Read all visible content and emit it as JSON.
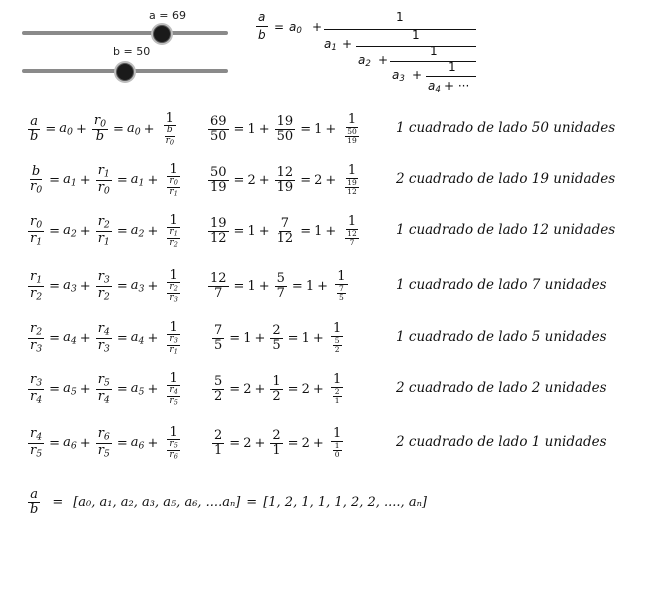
{
  "sliders": [
    {
      "label": "a = 69",
      "value": 69
    },
    {
      "label": "b = 50",
      "value": 50
    }
  ],
  "header": {
    "lhs_num": "a",
    "lhs_den": "b",
    "eq": "=",
    "a0": "a",
    "one": "1",
    "plus": "+",
    "a1": "a",
    "a2": "a",
    "a3": "a",
    "a4": "a",
    "dots": "+ ···"
  },
  "rows": [
    {
      "gen": {
        "ln": "a",
        "ld": "b",
        "a": "a",
        "asub": "0",
        "rn": "r",
        "rnsub": "0",
        "rd": "b",
        "dn": "b",
        "dd": "r",
        "ddsub": "0"
      },
      "num": {
        "n": "69",
        "d": "50",
        "q": "1",
        "rn": "19",
        "rd": "50",
        "in": "50",
        "id": "19"
      },
      "text": "1 cuadrado de lado 50 unidades"
    },
    {
      "gen": {
        "ln": "b",
        "ld": "r",
        "ldsub": "0",
        "a": "a",
        "asub": "1",
        "rn": "r",
        "rnsub": "1",
        "rd": "r",
        "rdsub": "0",
        "dn": "r",
        "dnsub": "0",
        "dd": "r",
        "ddsub": "1"
      },
      "num": {
        "n": "50",
        "d": "19",
        "q": "2",
        "rn": "12",
        "rd": "19",
        "in": "19",
        "id": "12"
      },
      "text": "2 cuadrado de lado 19 unidades"
    },
    {
      "gen": {
        "ln": "r",
        "lnsub": "0",
        "ld": "r",
        "ldsub": "1",
        "a": "a",
        "asub": "2",
        "rn": "r",
        "rnsub": "2",
        "rd": "r",
        "rdsub": "1",
        "dn": "r",
        "dnsub": "1",
        "dd": "r",
        "ddsub": "2"
      },
      "num": {
        "n": "19",
        "d": "12",
        "q": "1",
        "rn": "7",
        "rd": "12",
        "in": "12",
        "id": "7"
      },
      "text": "1 cuadrado de lado 12 unidades"
    },
    {
      "gen": {
        "ln": "r",
        "lnsub": "1",
        "ld": "r",
        "ldsub": "2",
        "a": "a",
        "asub": "3",
        "rn": "r",
        "rnsub": "3",
        "rd": "r",
        "rdsub": "2",
        "dn": "r",
        "dnsub": "2",
        "dd": "r",
        "ddsub": "3"
      },
      "num": {
        "n": "12",
        "d": "7",
        "q": "1",
        "rn": "5",
        "rd": "7",
        "in": "7",
        "id": "5"
      },
      "text": "1 cuadrado de lado 7 unidades"
    },
    {
      "gen": {
        "ln": "r",
        "lnsub": "2",
        "ld": "r",
        "ldsub": "3",
        "a": "a",
        "asub": "4",
        "rn": "r",
        "rnsub": "4",
        "rd": "r",
        "rdsub": "3",
        "dn": "r",
        "dnsub": "3",
        "dd": "r",
        "ddsub": "1"
      },
      "num": {
        "n": "7",
        "d": "5",
        "q": "1",
        "rn": "2",
        "rd": "5",
        "in": "5",
        "id": "2"
      },
      "text": "1 cuadrado de lado 5 unidades"
    },
    {
      "gen": {
        "ln": "r",
        "lnsub": "3",
        "ld": "r",
        "ldsub": "4",
        "a": "a",
        "asub": "5",
        "rn": "r",
        "rnsub": "5",
        "rd": "r",
        "rdsub": "4",
        "dn": "r",
        "dnsub": "4",
        "dd": "r",
        "ddsub": "5"
      },
      "num": {
        "n": "5",
        "d": "2",
        "q": "2",
        "rn": "1",
        "rd": "2",
        "in": "2",
        "id": "1"
      },
      "text": "2 cuadrado de lado 2 unidades"
    },
    {
      "gen": {
        "ln": "r",
        "lnsub": "4",
        "ld": "r",
        "ldsub": "5",
        "a": "a",
        "asub": "6",
        "rn": "r",
        "rnsub": "6",
        "rd": "r",
        "rdsub": "5",
        "dn": "r",
        "dnsub": "5",
        "dd": "r",
        "ddsub": "6"
      },
      "num": {
        "n": "2",
        "d": "1",
        "q": "2",
        "rn": "2",
        "rd": "1",
        "in": "1",
        "id": "0"
      },
      "text": "2 cuadrado de lado 1 unidades"
    }
  ],
  "summary": {
    "num": "a",
    "den": "b",
    "eq": "=",
    "list": "[a₀, a₁, a₂, a₃, a₅, a₆, ....aₙ]",
    "eq2": "=",
    "values": "[1, 2, 1, 1, 1, 2, 2, ...., aₙ]"
  }
}
